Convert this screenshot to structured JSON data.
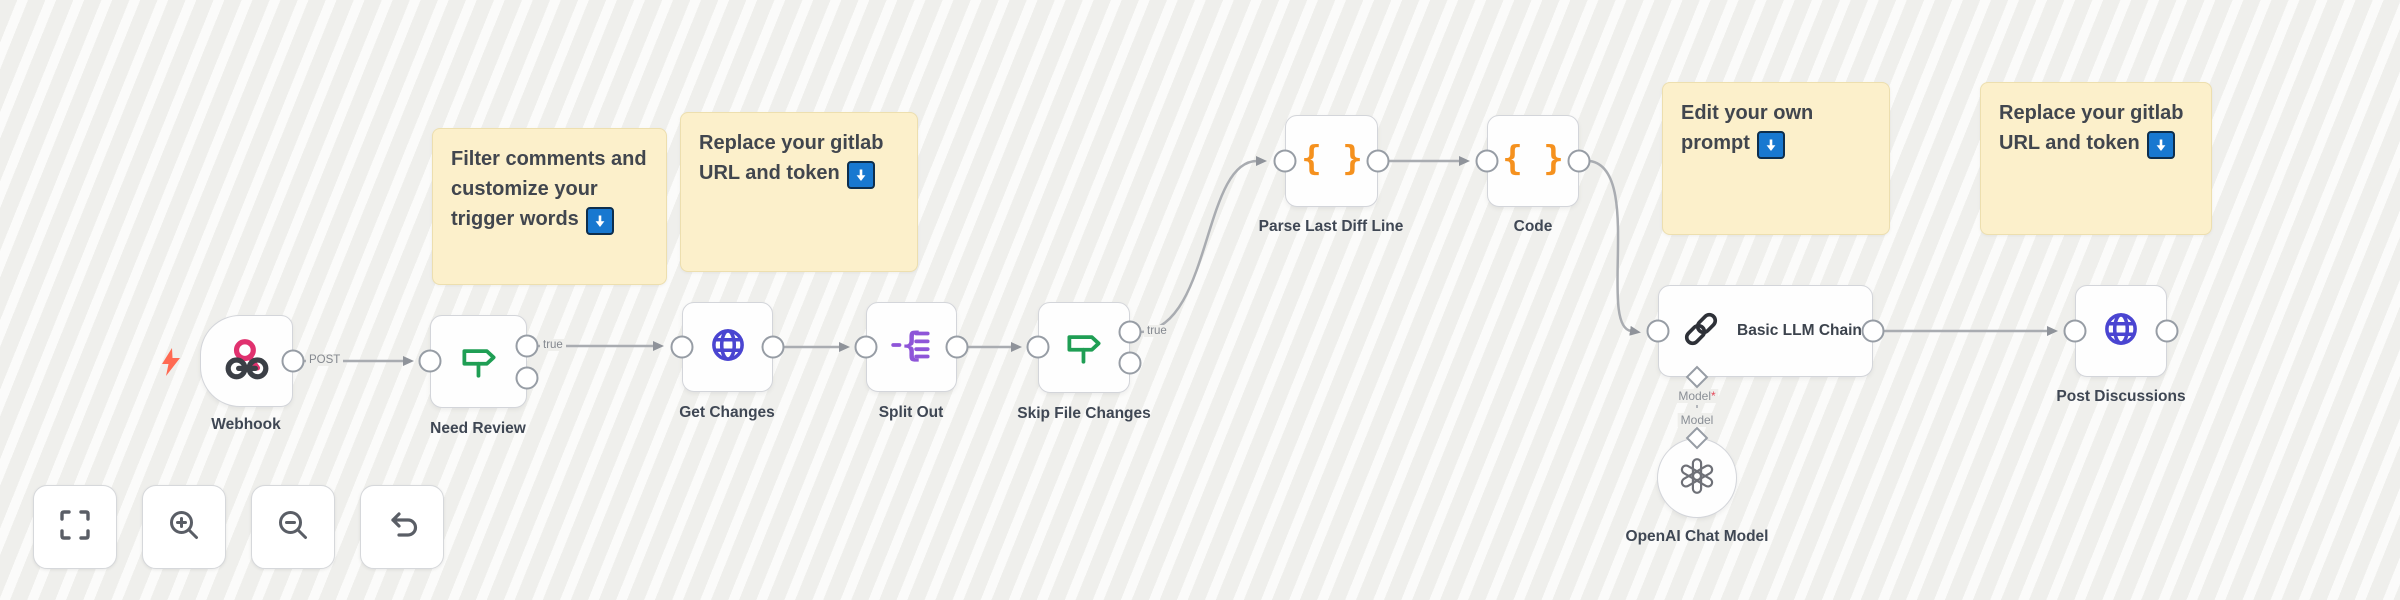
{
  "app": "n8n-workflow-canvas",
  "colors": {
    "canvas_bg": "#efefec",
    "sticky_bg": "#fcf0cb",
    "node_border": "#d3d5da",
    "wire": "#a9acb1",
    "webhook_pink": "#e0316e",
    "webhook_dark": "#3b3f46",
    "if_green": "#1f9e54",
    "http_blue": "#4a45d1",
    "split_purple": "#8e55d8",
    "code_orange": "#f5911e",
    "chain_dark": "#2e3138",
    "openai_gray": "#6e7077",
    "bolt_orange": "#ff6a52",
    "emoji_blue": "#1878d0"
  },
  "nodes": [
    {
      "id": "webhook",
      "label": "Webhook",
      "icon": "webhook-icon"
    },
    {
      "id": "need-review",
      "label": "Need Review",
      "icon": "signpost-icon"
    },
    {
      "id": "get-changes",
      "label": "Get Changes",
      "icon": "globe-icon"
    },
    {
      "id": "split-out",
      "label": "Split Out",
      "icon": "split-out-icon"
    },
    {
      "id": "skip-file-changes",
      "label": "Skip File Changes",
      "icon": "signpost-icon"
    },
    {
      "id": "parse-last-diff-line",
      "label": "Parse Last Diff Line",
      "icon": "curly-braces-icon"
    },
    {
      "id": "code",
      "label": "Code",
      "icon": "curly-braces-icon"
    },
    {
      "id": "basic-llm-chain",
      "label": "Basic LLM Chain",
      "icon": "chain-link-icon"
    },
    {
      "id": "openai-chat-model",
      "label": "OpenAI Chat Model",
      "icon": "openai-icon"
    },
    {
      "id": "post-discussions",
      "label": "Post Discussions",
      "icon": "globe-icon"
    }
  ],
  "connection_labels": {
    "webhook_out": "POST",
    "need_review_true": "true",
    "skip_file_changes_true": "true",
    "model_slot": "Model",
    "model_required_marker": "*",
    "model_endpoint": "Model"
  },
  "sticky_notes": [
    {
      "text": "Filter comments and customize your trigger words",
      "emoji": "down-arrow"
    },
    {
      "text": "Replace your gitlab URL and token",
      "emoji": "down-arrow"
    },
    {
      "text": "Edit your own prompt",
      "emoji": "down-arrow"
    },
    {
      "text": "Replace your gitlab URL and token",
      "emoji": "down-arrow"
    }
  ],
  "icons": {
    "code_glyph": "{ }",
    "brace_glyph": "{"
  },
  "toolbar": [
    {
      "id": "zoom-to-fit",
      "icon": "fit-view-icon"
    },
    {
      "id": "zoom-in",
      "icon": "zoom-in-icon"
    },
    {
      "id": "zoom-out",
      "icon": "zoom-out-icon"
    },
    {
      "id": "undo",
      "icon": "undo-icon"
    }
  ]
}
